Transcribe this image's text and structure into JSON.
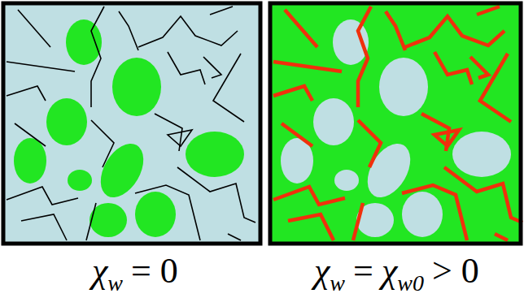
{
  "diagram": {
    "labels": [
      "χ",
      "w",
      "= 0",
      "χ",
      "w",
      "=",
      "χ",
      "w0",
      "> 0"
    ]
  }
}
